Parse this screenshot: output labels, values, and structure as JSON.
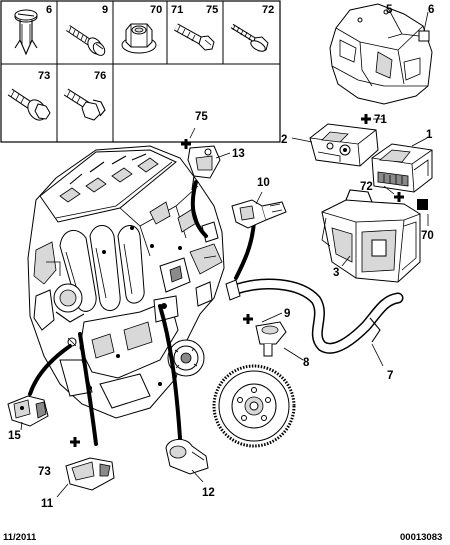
{
  "hardware_grid": {
    "cells": [
      {
        "ref": "6"
      },
      {
        "ref": "9"
      },
      {
        "ref": "70"
      },
      {
        "ref": "71"
      },
      {
        "ref": "75"
      },
      {
        "ref": "72"
      },
      {
        "ref": "73"
      },
      {
        "ref": "76"
      }
    ]
  },
  "callouts": {
    "c1": "1",
    "c2": "2",
    "c3": "3",
    "c5": "5",
    "c6": "6",
    "c7": "7",
    "c8": "8",
    "c9": "9",
    "c10": "10",
    "c11": "11",
    "c12": "12",
    "c13": "13",
    "c15": "15",
    "c70": "70",
    "c71": "71",
    "c72": "72",
    "c73": "73",
    "c75": "75"
  },
  "footer": {
    "date": "11/2011",
    "code": "00013083"
  }
}
